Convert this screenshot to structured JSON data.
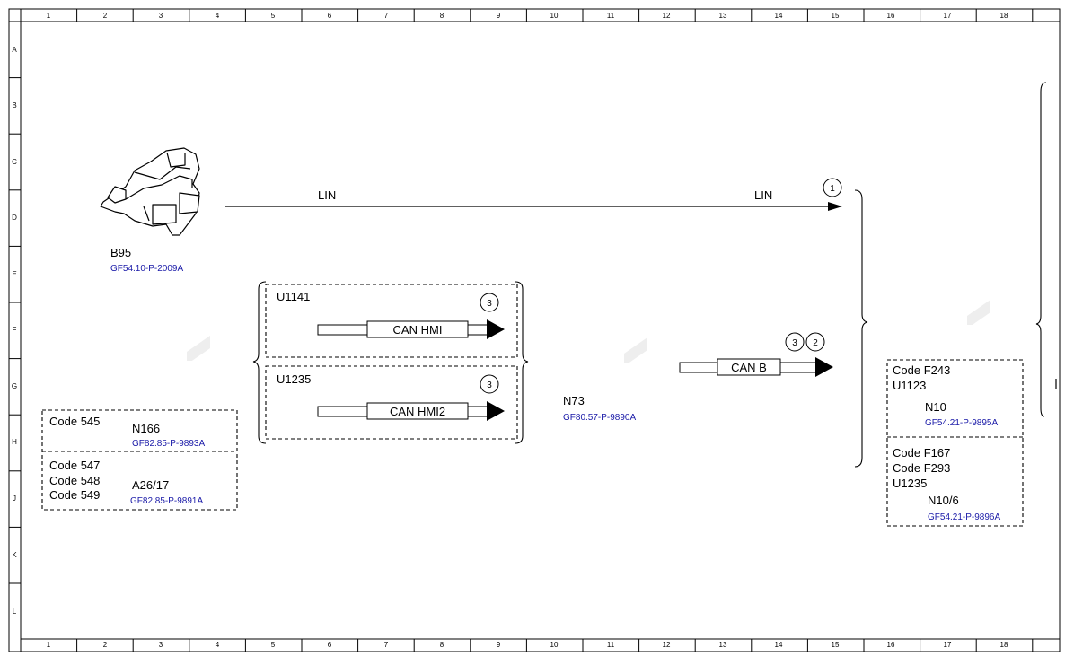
{
  "ruler": {
    "columns": [
      "1",
      "2",
      "3",
      "4",
      "5",
      "6",
      "7",
      "8",
      "9",
      "10",
      "11",
      "12",
      "13",
      "14",
      "15",
      "16",
      "17",
      "18"
    ],
    "rows": [
      "A",
      "B",
      "C",
      "D",
      "E",
      "F",
      "G",
      "H",
      "J",
      "K",
      "L"
    ]
  },
  "components": {
    "b95": {
      "name": "B95",
      "ref": "GF54.10-P-2009A"
    },
    "n166": {
      "code": "Code 545",
      "name": "N166",
      "ref": "GF82.85-P-9893A"
    },
    "a2617": {
      "codes": [
        "Code 547",
        "Code 548",
        "Code 549"
      ],
      "name": "A26/17",
      "ref": "GF82.85-P-9891A"
    },
    "u1141": {
      "code": "U1141",
      "bus": "CAN HMI",
      "note": "3"
    },
    "u1235_hmi": {
      "code": "U1235",
      "bus": "CAN HMI2",
      "note": "3"
    },
    "n73": {
      "name": "N73",
      "ref": "GF80.57-P-9890A"
    },
    "canb": {
      "bus": "CAN B",
      "notes": [
        "3",
        "2"
      ]
    },
    "lin": {
      "label_left": "LIN",
      "label_right": "LIN",
      "note": "1"
    },
    "n10": {
      "codes": [
        "Code F243",
        "U1123"
      ],
      "name": "N10",
      "ref": "GF54.21-P-9895A"
    },
    "n106": {
      "codes": [
        "Code F167",
        "Code F293",
        "U1235"
      ],
      "name": "N10/6",
      "ref": "GF54.21-P-9896A"
    }
  }
}
